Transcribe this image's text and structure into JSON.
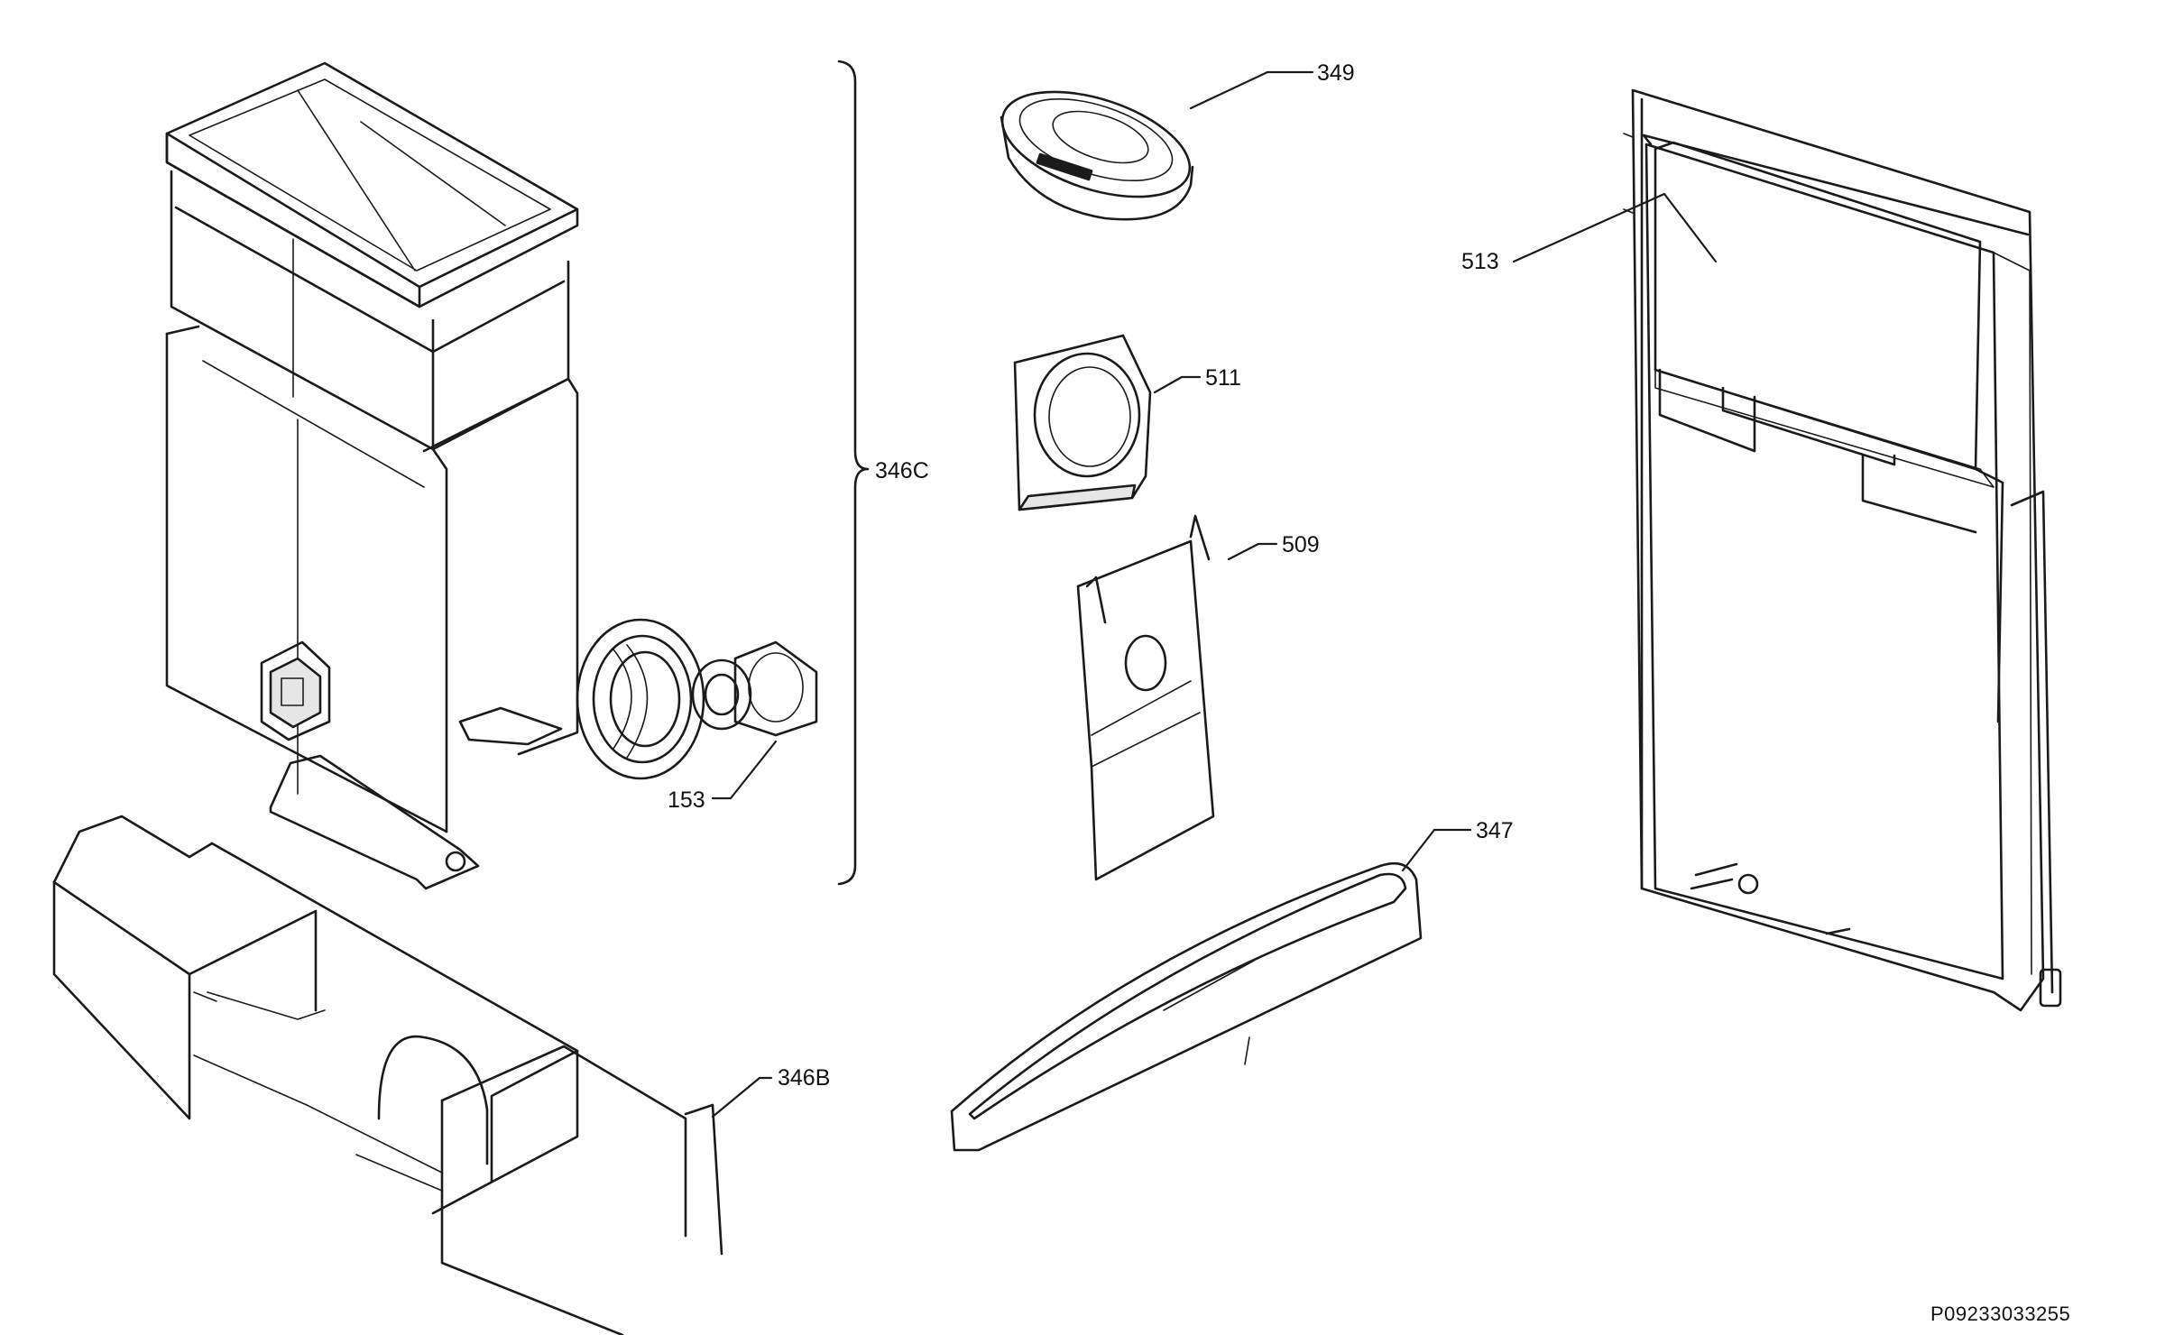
{
  "callouts": {
    "c349": "349",
    "c511": "511",
    "c509": "509",
    "c513": "513",
    "c346c": "346C",
    "c153": "153",
    "c347": "347",
    "c346b": "346B"
  },
  "reference_code": "P09233033255"
}
